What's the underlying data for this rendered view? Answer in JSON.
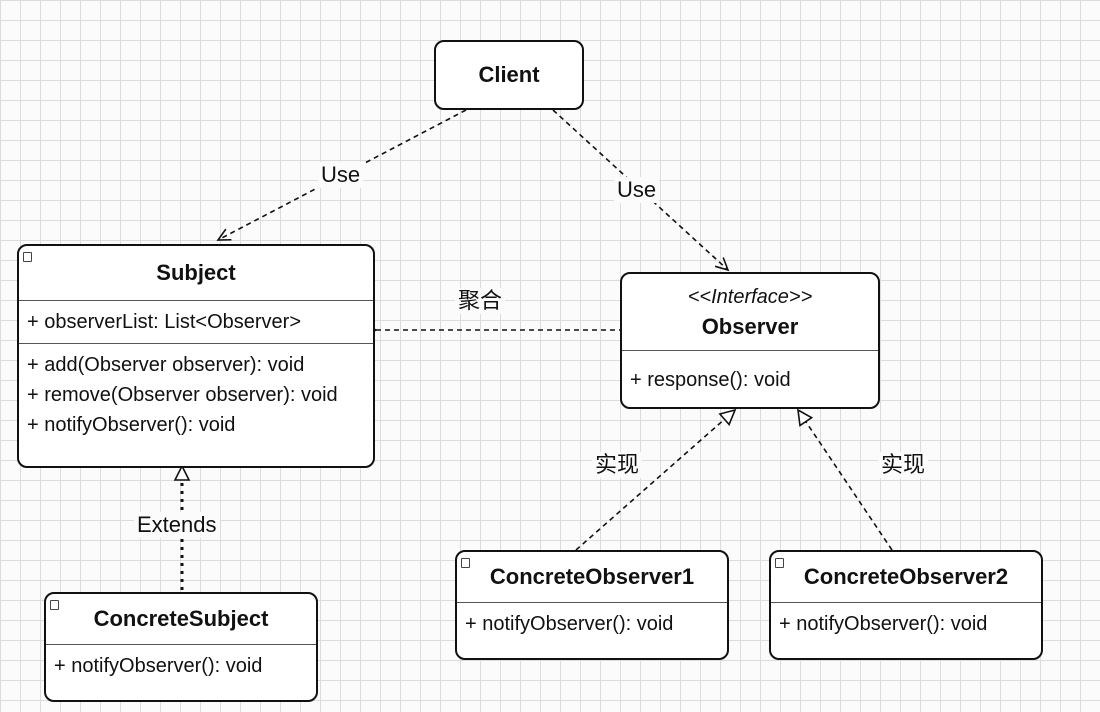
{
  "client": {
    "name": "Client"
  },
  "subject": {
    "name": "Subject",
    "attributes": [
      "+ observerList: List<Observer>"
    ],
    "methods": [
      "+ add(Observer observer): void",
      "+ remove(Observer observer): void",
      "+ notifyObserver(): void"
    ]
  },
  "observer": {
    "stereotype": "<<Interface>>",
    "name": "Observer",
    "methods": [
      "+ response(): void"
    ]
  },
  "concrete_subject": {
    "name": "ConcreteSubject",
    "methods": [
      "+ notifyObserver(): void"
    ]
  },
  "concrete_observer1": {
    "name": "ConcreteObserver1",
    "methods": [
      "+ notifyObserver(): void"
    ]
  },
  "concrete_observer2": {
    "name": "ConcreteObserver2",
    "methods": [
      "+ notifyObserver(): void"
    ]
  },
  "edges": {
    "client_subject_label": "Use",
    "client_observer_label": "Use",
    "aggregation_label": "聚合",
    "extends_label": "Extends",
    "realize1_label": "实现",
    "realize2_label": "实现"
  }
}
